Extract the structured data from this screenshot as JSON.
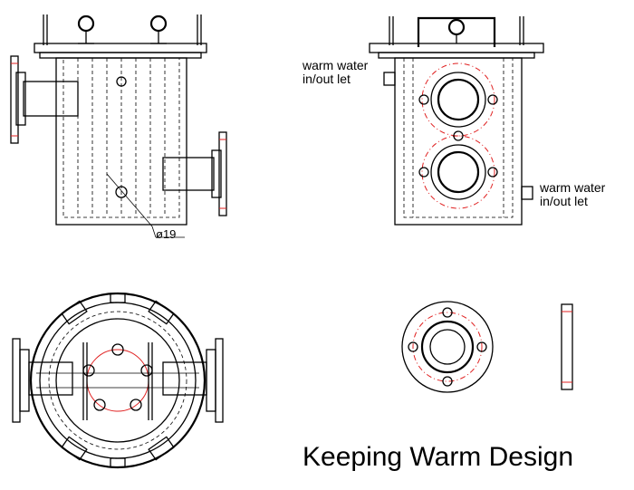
{
  "title": "Keeping Warm Design",
  "labels": {
    "inlet_top": [
      "warm water",
      "in/out let"
    ],
    "inlet_bottom": [
      "warm water",
      "in/out let"
    ],
    "diameter": "ø19"
  },
  "colors": {
    "line": "#000000",
    "centerline": "#e02020",
    "background": "#ffffff"
  }
}
